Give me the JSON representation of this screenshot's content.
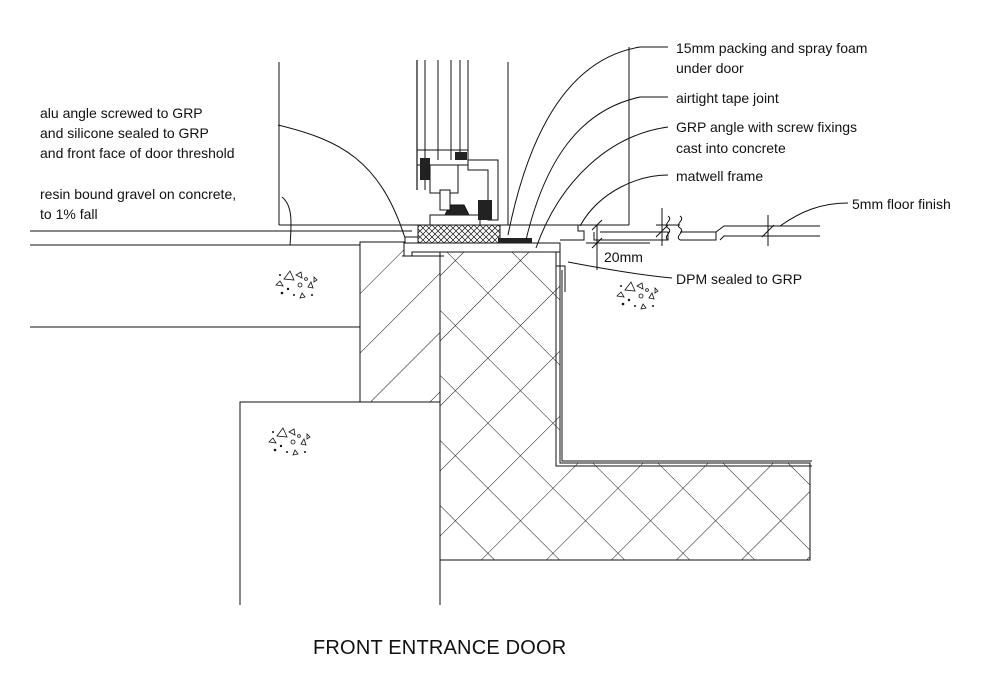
{
  "title": "FRONT ENTRANCE DOOR",
  "labels": {
    "packing_line1": "15mm packing and spray foam",
    "packing_line2": "under door",
    "airtight": "airtight tape joint",
    "grp_line1": "GRP angle with screw fixings",
    "grp_line2": "cast into concrete",
    "matwell": "matwell frame",
    "floor_finish": "5mm floor finish",
    "dpm": "DPM sealed to GRP",
    "dimension": "20mm",
    "alu_line1": "alu angle screwed to GRP",
    "alu_line2": "and silicone sealed to GRP",
    "alu_line3": "and front face of door threshold",
    "resin_line1": "resin bound gravel on concrete,",
    "resin_line2": "to 1% fall"
  }
}
